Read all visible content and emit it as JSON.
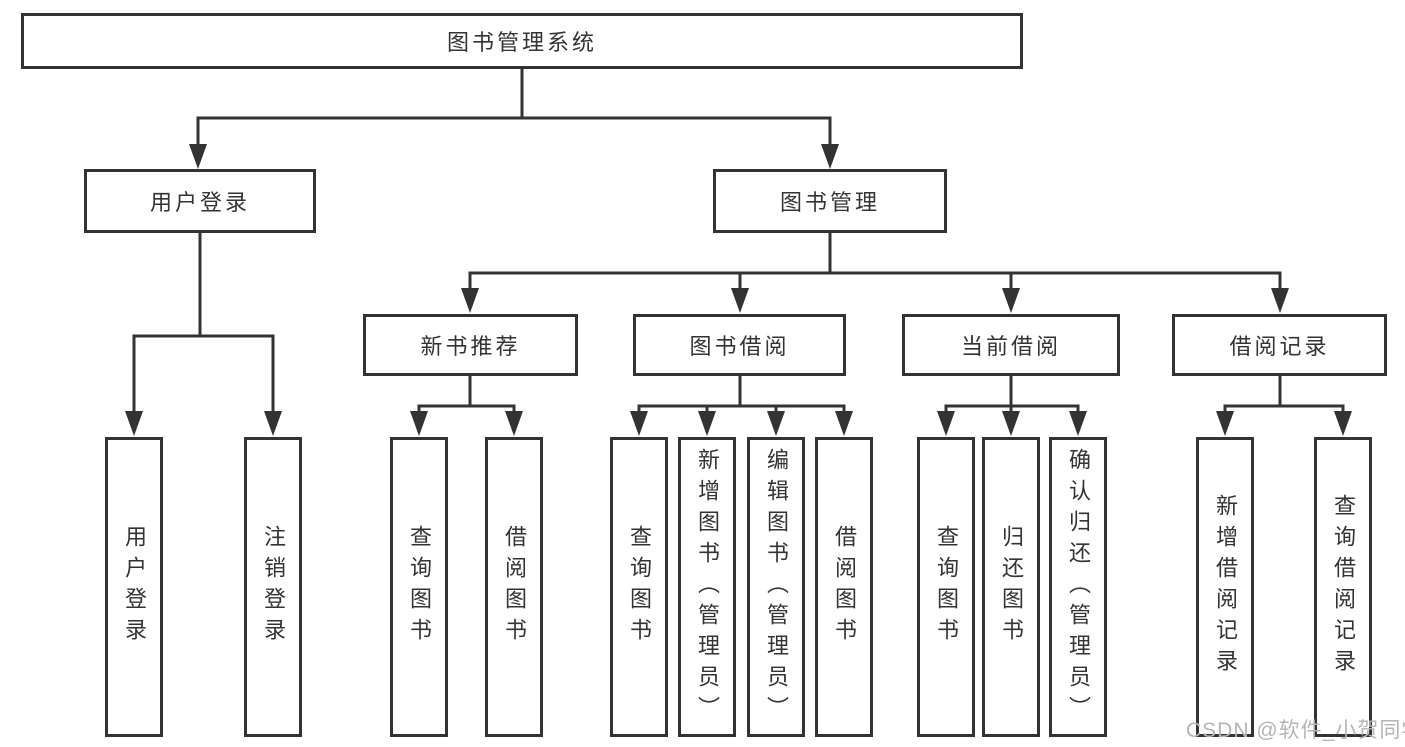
{
  "title": "图书管理系统",
  "tree": {
    "root": "图书管理系统",
    "login": {
      "label": "用户登录",
      "children": [
        "用户登录",
        "注销登录"
      ]
    },
    "management": {
      "label": "图书管理",
      "sections": [
        {
          "label": "新书推荐",
          "children": [
            "查询图书",
            "借阅图书"
          ]
        },
        {
          "label": "图书借阅",
          "children": [
            "查询图书",
            "新增图书（管理员）",
            "编辑图书（管理员）",
            "借阅图书"
          ]
        },
        {
          "label": "当前借阅",
          "children": [
            "查询图书",
            "归还图书",
            "确认归还（管理员）"
          ]
        },
        {
          "label": "借阅记录",
          "children": [
            "新增借阅记录",
            "查询借阅记录"
          ]
        }
      ]
    }
  },
  "watermark": {
    "text": "CSDN @软件_小贺同学"
  },
  "colors": {
    "line": "#333333",
    "box_border": "#333333",
    "text": "#333333",
    "watermark": "#b5b5b5",
    "background": "#ffffff"
  }
}
